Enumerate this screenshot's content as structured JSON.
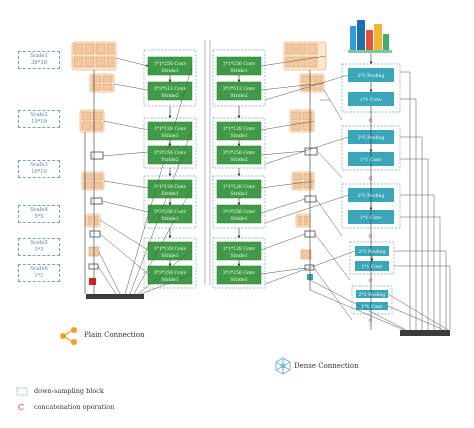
{
  "scales": [
    {
      "name": "Scale1",
      "size": "38*38"
    },
    {
      "name": "Scale2",
      "size": "19*19"
    },
    {
      "name": "Scale3",
      "size": "10*10"
    },
    {
      "name": "Scale4",
      "size": "5*5"
    },
    {
      "name": "Scale5",
      "size": "3*3"
    },
    {
      "name": "Scale6",
      "size": "1*1"
    }
  ],
  "plain_blocks": [
    [
      "1*1*256 Conv",
      "Stride1",
      "3*3*512 Conv",
      "Stride2"
    ],
    [
      "1*1*128 Conv",
      "Stride1",
      "3*3*256 Conv",
      "Stride2"
    ],
    [
      "1*1*128 Conv",
      "Stride1",
      "3*3*256 Conv",
      "Stride1"
    ],
    [
      "1*1*128 Conv",
      "Stride1",
      "3*3*256 Conv",
      "Stride1"
    ]
  ],
  "dense_blocks": [
    {
      "label1": "2*2 Pooling",
      "label2": "1*1 Conv"
    },
    {
      "label1": "2*2 Pooling",
      "label2": "1*1 Conv"
    },
    {
      "label1": "2*2 Pooling",
      "label2": "1*1 Conv"
    },
    {
      "label1": "2*2 Pooling",
      "label2": "1*1 Conv"
    },
    {
      "label1": "2*2 Pooling",
      "label2": "1*1 Conv"
    }
  ],
  "legend": {
    "plain_connection": "Plain Connection",
    "dense_connection": "Dense Connection",
    "downsampling_block": "down-sampling block",
    "concat_symbol": "C",
    "concat_operation": "concatenation operation"
  },
  "colors": {
    "green_block": "#3f9b45",
    "green_border": "#2e7d32",
    "teal_block": "#3aa6b9",
    "orange_feature": "#f2c8a0",
    "orange_border": "#d9904d",
    "dashed_border": "#6fa4c9",
    "concat_red": "#d7262b",
    "plain_icon": "#f0a020",
    "dense_icon": "#6fb8d8",
    "bar": "#3b3b3b"
  }
}
